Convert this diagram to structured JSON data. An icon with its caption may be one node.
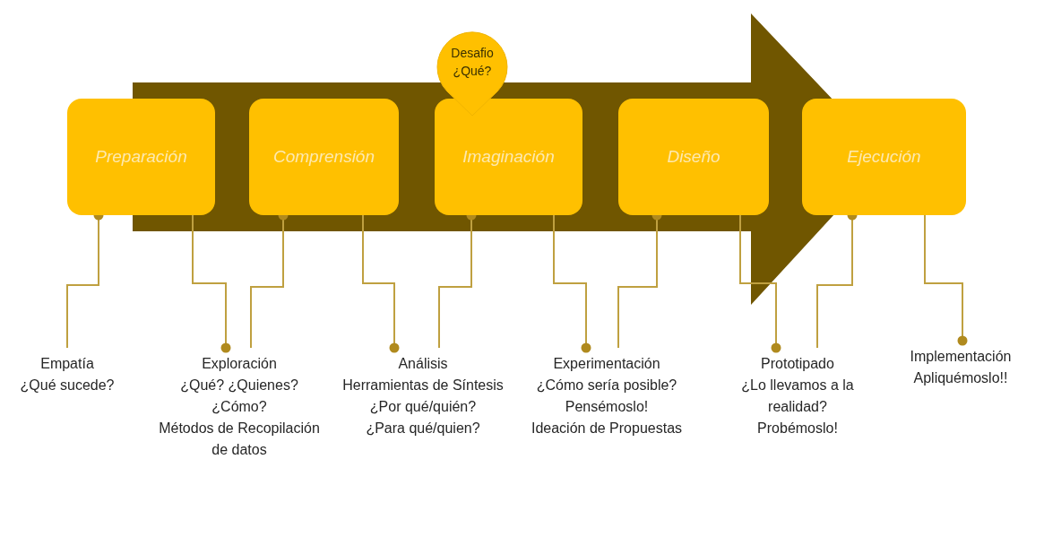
{
  "diagram": {
    "nodes": [
      {
        "text": [
          "Preparación"
        ]
      },
      {
        "text": [
          "Comprensión"
        ]
      },
      {
        "text": [
          "Imaginación"
        ]
      },
      {
        "text": [
          "Diseño"
        ]
      },
      {
        "text": [
          "Ejecución"
        ]
      },
      {
        "text": [
          "Desafio ¿Qué?"
        ]
      },
      {
        "text": [
          "Empatía",
          "¿Qué sucede?"
        ]
      },
      {
        "text": [
          "Exploración",
          "¿Qué? ¿Quienes? ¿Cómo?",
          "Métodos de Recopilación de datos"
        ]
      },
      {
        "text": [
          "Análisis",
          "Herramientas de Síntesis",
          "¿Por qué/quién?",
          "¿Para qué/quien?"
        ]
      },
      {
        "text": [
          "Experimentación",
          "¿Cómo sería posible?",
          "Pensémoslo!",
          "Ideación de Propuestas"
        ]
      },
      {
        "text": [
          "Prototipado",
          "¿Lo llevamos a la realidad?",
          "Probémoslo!"
        ]
      },
      {
        "text": [
          "Implementación",
          "Apliquémoslo!!"
        ]
      }
    ],
    "edges": [
      {
        "from": 6,
        "to": 0,
        "arrow": "other"
      },
      {
        "from": 0,
        "to": 7,
        "arrow": "other"
      },
      {
        "from": 7,
        "to": 1,
        "arrow": "other"
      },
      {
        "from": 1,
        "to": 8,
        "arrow": "other"
      },
      {
        "from": 8,
        "to": 2,
        "arrow": "other"
      },
      {
        "from": 2,
        "to": 9,
        "arrow": "other"
      },
      {
        "from": 9,
        "to": 3,
        "arrow": "other"
      },
      {
        "from": 3,
        "to": 10,
        "arrow": "other"
      },
      {
        "from": 10,
        "to": 4,
        "arrow": "other"
      },
      {
        "from": 4,
        "to": 11,
        "arrow": "other"
      },
      {
        "from": 0,
        "to": 4,
        "arrow": "to",
        "style": "thick",
        "color": "#705600"
      }
    ]
  }
}
